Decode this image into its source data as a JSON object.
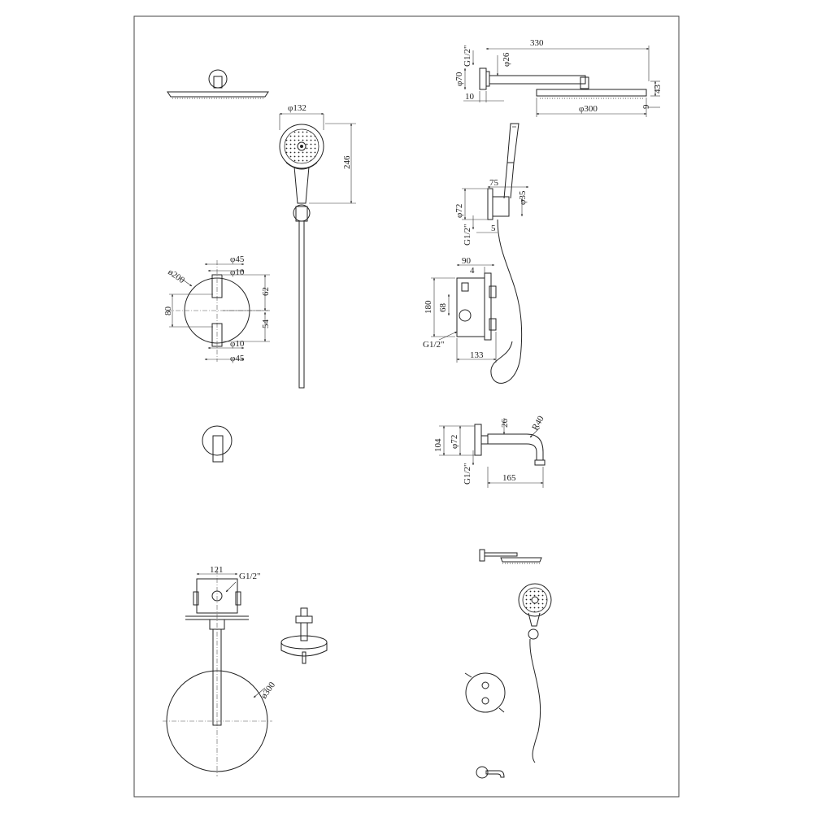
{
  "colors": {
    "line": "#222222",
    "frame": "#444444",
    "background": "#ffffff"
  },
  "dimensions": {
    "overhead_arm_length": "330",
    "overhead_thread": "G1/2\"",
    "overhead_arm_dia": "φ26",
    "overhead_flange_dia": "φ70",
    "overhead_flange_depth": "10",
    "overhead_head_height": "43",
    "overhead_head_thickness": "9",
    "overhead_head_dia": "φ300",
    "handshower_dia": "φ132",
    "handshower_length": "246",
    "diverter_body_dia": "ø200",
    "diverter_cap_dia_top": "φ45",
    "diverter_stem_dia_top": "φ10",
    "diverter_center_spacing": "80",
    "diverter_top_offset": "62",
    "diverter_bottom_offset": "54",
    "diverter_stem_dia_bottom": "φ10",
    "diverter_cap_dia_bottom": "φ45",
    "holder_depth": "75",
    "holder_outlet_dia": "φ35",
    "holder_flange_dia": "φ72",
    "holder_thread": "G1/2\"",
    "holder_flange_depth": "5",
    "valve_depth": "90",
    "valve_plate": "4",
    "valve_height": "180",
    "valve_center": "68",
    "valve_thread": "G1/2\"",
    "valve_width": "133",
    "spout_flange_dia": "φ72",
    "spout_dia": "26",
    "spout_bend_radius": "R40",
    "spout_height": "104",
    "spout_thread": "G1/2\"",
    "spout_length": "165",
    "ceiling_box_width": "121",
    "ceiling_thread": "G1/2\"",
    "ceiling_head_dia": "ø300"
  }
}
